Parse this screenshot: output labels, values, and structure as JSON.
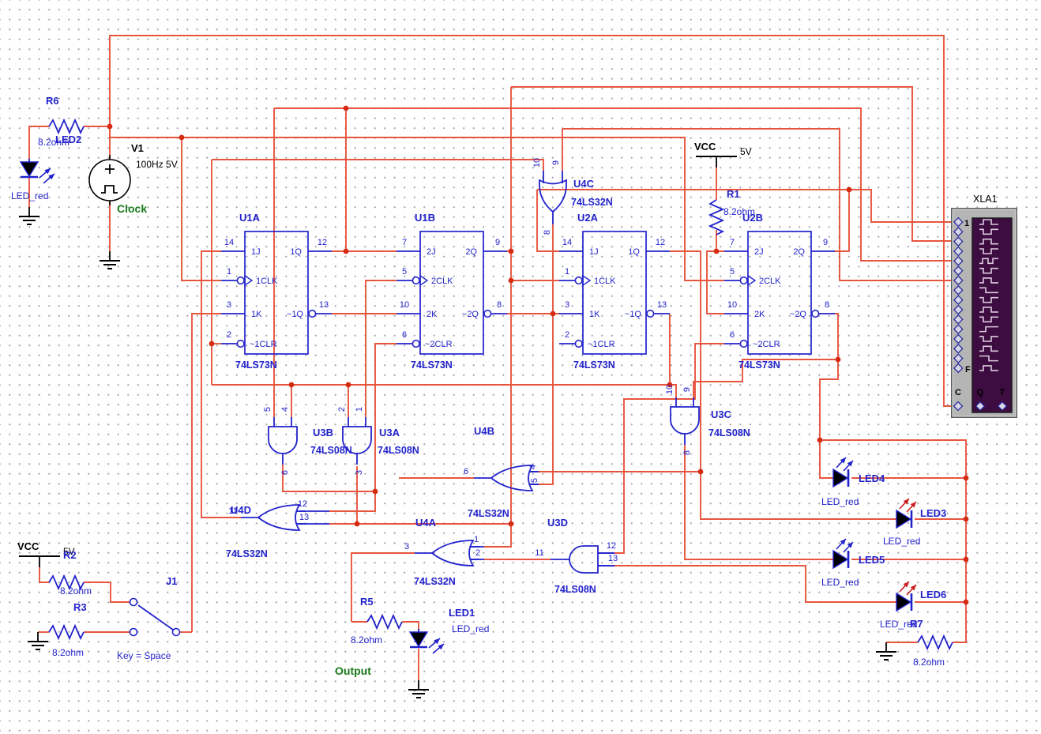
{
  "app": {
    "background": "#ffffff",
    "grid_dot_color": "#a9a9b3",
    "wire_color": "#e8553e",
    "component_color": "#2222cc",
    "junction_color": "#d62b12",
    "annotation_green": "#1a7a1a",
    "annotation_black": "#000000",
    "analyzer_body_color": "#b5b5b5",
    "analyzer_screen_color": "#3d0d41"
  },
  "net_labels": {
    "clock": "Clock",
    "output": "Output"
  },
  "sources": {
    "v1": {
      "ref": "V1",
      "value": "100Hz 5V"
    }
  },
  "power": {
    "vcc1": {
      "label": "VCC",
      "value": "5V"
    },
    "vcc2": {
      "label": "VCC",
      "value": "5V"
    }
  },
  "resistors": [
    {
      "ref": "R1",
      "value": "8.2ohm"
    },
    {
      "ref": "R2",
      "value": "8.2ohm"
    },
    {
      "ref": "R3",
      "value": "8.2ohm"
    },
    {
      "ref": "R5",
      "value": "8.2ohm"
    },
    {
      "ref": "R6",
      "value": "8.2ohm"
    },
    {
      "ref": "R7",
      "value": "8.2ohm"
    }
  ],
  "leds": [
    {
      "ref": "LED1",
      "model": "LED_red"
    },
    {
      "ref": "LED2",
      "model": "LED_red"
    },
    {
      "ref": "LED3",
      "model": "LED_red"
    },
    {
      "ref": "LED4",
      "model": "LED_red"
    },
    {
      "ref": "LED5",
      "model": "LED_red"
    },
    {
      "ref": "LED6",
      "model": "LED_red"
    }
  ],
  "flipflops": [
    {
      "ref": "U1A",
      "part": "74LS73N",
      "pin_numbers": [
        "14",
        "1",
        "3",
        "2",
        "12",
        "13"
      ],
      "pin_names": [
        "1J",
        "1CLK",
        "1K",
        "~1CLR",
        "1Q",
        "~1Q"
      ]
    },
    {
      "ref": "U1B",
      "part": "74LS73N",
      "pin_numbers": [
        "7",
        "5",
        "10",
        "6",
        "9",
        "8"
      ],
      "pin_names": [
        "2J",
        "2CLK",
        "2K",
        "~2CLR",
        "2Q",
        "~2Q"
      ]
    },
    {
      "ref": "U2A",
      "part": "74LS73N",
      "pin_numbers": [
        "14",
        "1",
        "3",
        "2",
        "12",
        "13"
      ],
      "pin_names": [
        "1J",
        "1CLK",
        "1K",
        "~1CLR",
        "1Q",
        "~1Q"
      ]
    },
    {
      "ref": "U2B",
      "part": "74LS73N",
      "pin_numbers": [
        "7",
        "5",
        "10",
        "6",
        "9",
        "8"
      ],
      "pin_names": [
        "2J",
        "2CLK",
        "2K",
        "~2CLR",
        "2Q",
        "~2Q"
      ]
    }
  ],
  "gates": [
    {
      "ref": "U3A",
      "part": "74LS08N",
      "pins": [
        "2",
        "1",
        "3"
      ]
    },
    {
      "ref": "U3B",
      "part": "74LS08N",
      "pins": [
        "5",
        "4",
        "6"
      ]
    },
    {
      "ref": "U3C",
      "part": "74LS08N",
      "pins": [
        "10",
        "9",
        "8"
      ]
    },
    {
      "ref": "U3D",
      "part": "74LS08N",
      "pins": [
        "12",
        "13",
        "11"
      ]
    },
    {
      "ref": "U4A",
      "part": "74LS32N",
      "pins": [
        "1",
        "2",
        "3"
      ]
    },
    {
      "ref": "U4B",
      "part": "74LS32N",
      "pins": [
        "4",
        "5",
        "6"
      ]
    },
    {
      "ref": "U4C",
      "part": "74LS32N",
      "pins": [
        "10",
        "9",
        "8"
      ]
    },
    {
      "ref": "U4D",
      "part": "74LS32N",
      "pins": [
        "12",
        "13",
        "11"
      ]
    }
  ],
  "switch": {
    "ref": "J1",
    "key_label": "Key = Space"
  },
  "analyzer": {
    "ref": "XLA1",
    "first_terminal": "1",
    "last_terminal": "F",
    "bottom_terminals": [
      "C",
      "Q",
      "T"
    ]
  }
}
